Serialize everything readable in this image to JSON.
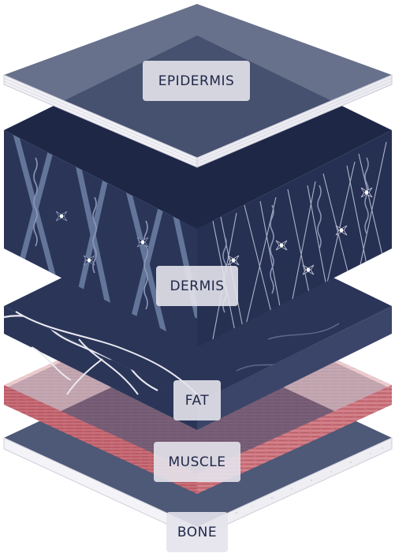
{
  "layers": {
    "epidermis": "EPIDERMIS",
    "dermis": "DERMIS",
    "fat": "FAT",
    "muscle": "MUSCLE",
    "bone": "BONE"
  },
  "colors": {
    "navy": "#2a3558",
    "navy_dark": "#1f2747",
    "slate": "#4e5877",
    "fiber": "#6a7da1",
    "muscle": "#c0606b",
    "muscle_light": "#d48891",
    "label_bg": "#e4e3ec",
    "label_text": "#1f2747"
  },
  "icons": [
    "cell-icon",
    "fiber-icon"
  ]
}
